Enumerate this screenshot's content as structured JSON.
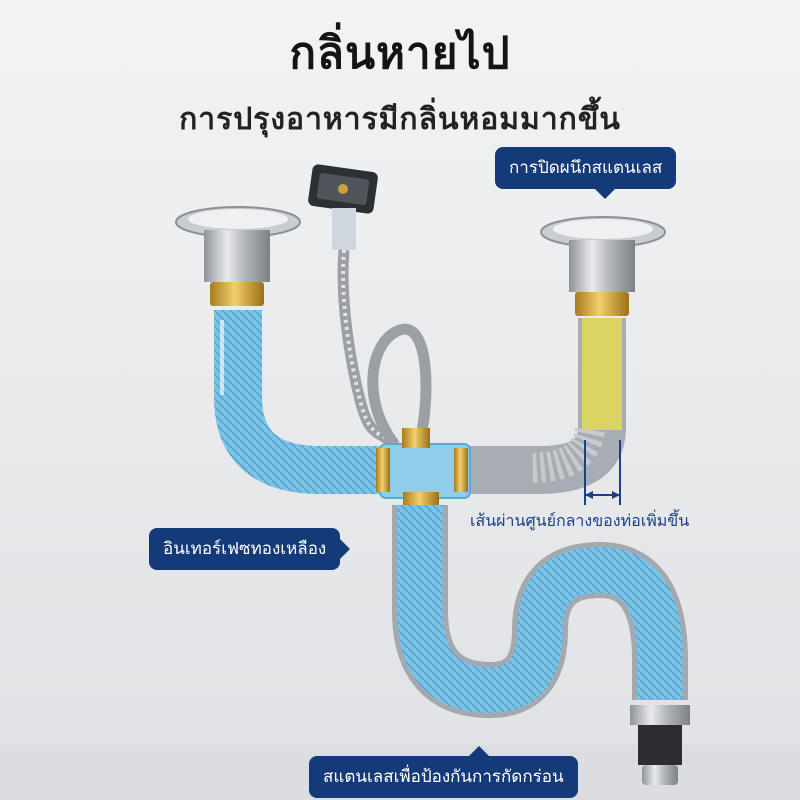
{
  "title": "กลิ่นหายไป",
  "subtitle": "การปรุงอาหารมีกลิ่นหอมมากขึ้น",
  "callouts": {
    "stainless_seal": "การปิดผนึกสแตนเลส",
    "brass_interface": "อินเทอร์เฟซทองเหลือง",
    "anti_corrosion": "สแตนเลสเพื่อป้องกันการกัดกร่อน"
  },
  "diameter_label": "เส้นผ่านศูนย์กลางของท่อเพิ่มขึ้น",
  "colors": {
    "callout_bg": "#153a7a",
    "pipe_blue": "#7cc3e6",
    "brass": "#d4a53c",
    "background": "#e9eaec"
  }
}
